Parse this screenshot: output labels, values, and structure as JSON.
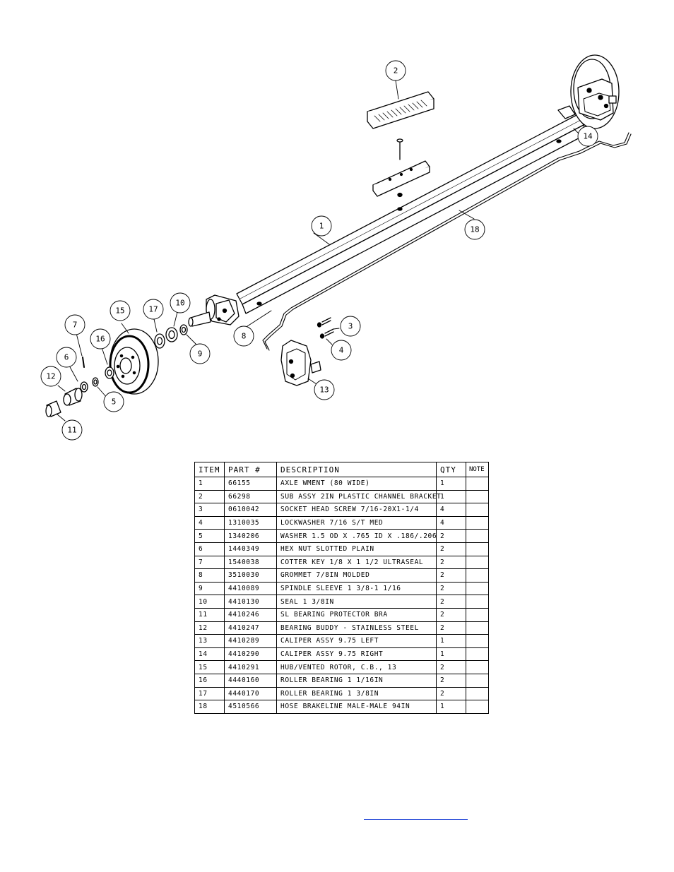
{
  "bom": {
    "headers": {
      "item": "ITEM",
      "part": "PART #",
      "description": "DESCRIPTION",
      "qty": "QTY",
      "note": "NOTE"
    },
    "rows": [
      {
        "item": "1",
        "part": "66155",
        "description": "AXLE WMENT (80 WIDE)",
        "qty": "1",
        "note": ""
      },
      {
        "item": "2",
        "part": "66298",
        "description": "SUB ASSY 2IN PLASTIC CHANNEL BRACKET",
        "qty": "1",
        "note": ""
      },
      {
        "item": "3",
        "part": "0610042",
        "description": "SOCKET HEAD SCREW 7/16-20X1-1/4",
        "qty": "4",
        "note": ""
      },
      {
        "item": "4",
        "part": "1310035",
        "description": "LOCKWASHER 7/16 S/T MED",
        "qty": "4",
        "note": ""
      },
      {
        "item": "5",
        "part": "1340206",
        "description": "WASHER 1.5 OD X .765 ID X .186/.206",
        "qty": "2",
        "note": ""
      },
      {
        "item": "6",
        "part": "1440349",
        "description": "HEX NUT SLOTTED PLAIN",
        "qty": "2",
        "note": ""
      },
      {
        "item": "7",
        "part": "1540038",
        "description": "COTTER KEY 1/8 X 1 1/2 ULTRASEAL",
        "qty": "2",
        "note": ""
      },
      {
        "item": "8",
        "part": "3510030",
        "description": "GROMMET  7/8IN MOLDED",
        "qty": "2",
        "note": ""
      },
      {
        "item": "9",
        "part": "4410089",
        "description": "SPINDLE SLEEVE  1 3/8-1 1/16",
        "qty": "2",
        "note": ""
      },
      {
        "item": "10",
        "part": "4410130",
        "description": "SEAL  1 3/8IN",
        "qty": "2",
        "note": ""
      },
      {
        "item": "11",
        "part": "4410246",
        "description": "SL BEARING PROTECTOR BRA",
        "qty": "2",
        "note": ""
      },
      {
        "item": "12",
        "part": "4410247",
        "description": "BEARING BUDDY - STAINLESS STEEL",
        "qty": "2",
        "note": ""
      },
      {
        "item": "13",
        "part": "4410289",
        "description": "CALIPER ASSY 9.75 LEFT",
        "qty": "1",
        "note": ""
      },
      {
        "item": "14",
        "part": "4410290",
        "description": "CALIPER ASSY 9.75 RIGHT",
        "qty": "1",
        "note": ""
      },
      {
        "item": "15",
        "part": "4410291",
        "description": "HUB/VENTED ROTOR, C.B.,  13",
        "qty": "2",
        "note": ""
      },
      {
        "item": "16",
        "part": "4440160",
        "description": "ROLLER BEARING   1 1/16IN",
        "qty": "2",
        "note": ""
      },
      {
        "item": "17",
        "part": "4440170",
        "description": "ROLLER BEARING   1 3/8IN",
        "qty": "2",
        "note": ""
      },
      {
        "item": "18",
        "part": "4510566",
        "description": "HOSE BRAKELINE MALE-MALE 94IN",
        "qty": "1",
        "note": ""
      }
    ]
  },
  "callouts": {
    "c1": "1",
    "c2": "2",
    "c3": "3",
    "c4": "4",
    "c5": "5",
    "c6": "6",
    "c7": "7",
    "c8": "8",
    "c9": "9",
    "c10": "10",
    "c11": "11",
    "c12": "12",
    "c13": "13",
    "c14": "14",
    "c15": "15",
    "c16": "16",
    "c17": "17",
    "c18": "18"
  }
}
